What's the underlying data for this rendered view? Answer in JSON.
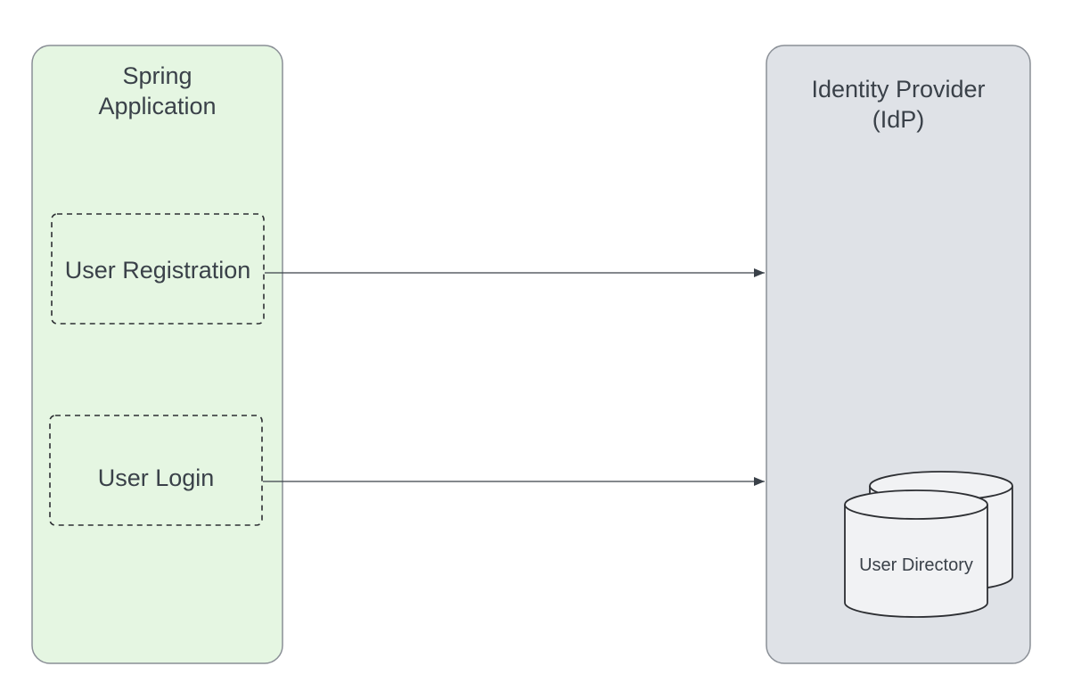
{
  "spring_app": {
    "title": "Spring\nApplication",
    "fill": "#e5f6e2",
    "stroke": "#8a8f96",
    "features": [
      {
        "label": "User Registration"
      },
      {
        "label": "User Login"
      }
    ]
  },
  "idp": {
    "title": "Identity Provider\n(IdP)",
    "fill": "#dfe2e7",
    "stroke": "#8a8f96",
    "datastore": {
      "label": "User Directory",
      "icon": "database-cylinder-icon"
    }
  },
  "connectors": [
    {
      "from": "User Registration",
      "to": "Identity Provider (IdP)"
    },
    {
      "from": "User Login",
      "to": "Identity Provider (IdP)"
    }
  ],
  "colors": {
    "text": "#3a4149",
    "line": "#3a4149",
    "dashed_border": "#2d2f33"
  }
}
